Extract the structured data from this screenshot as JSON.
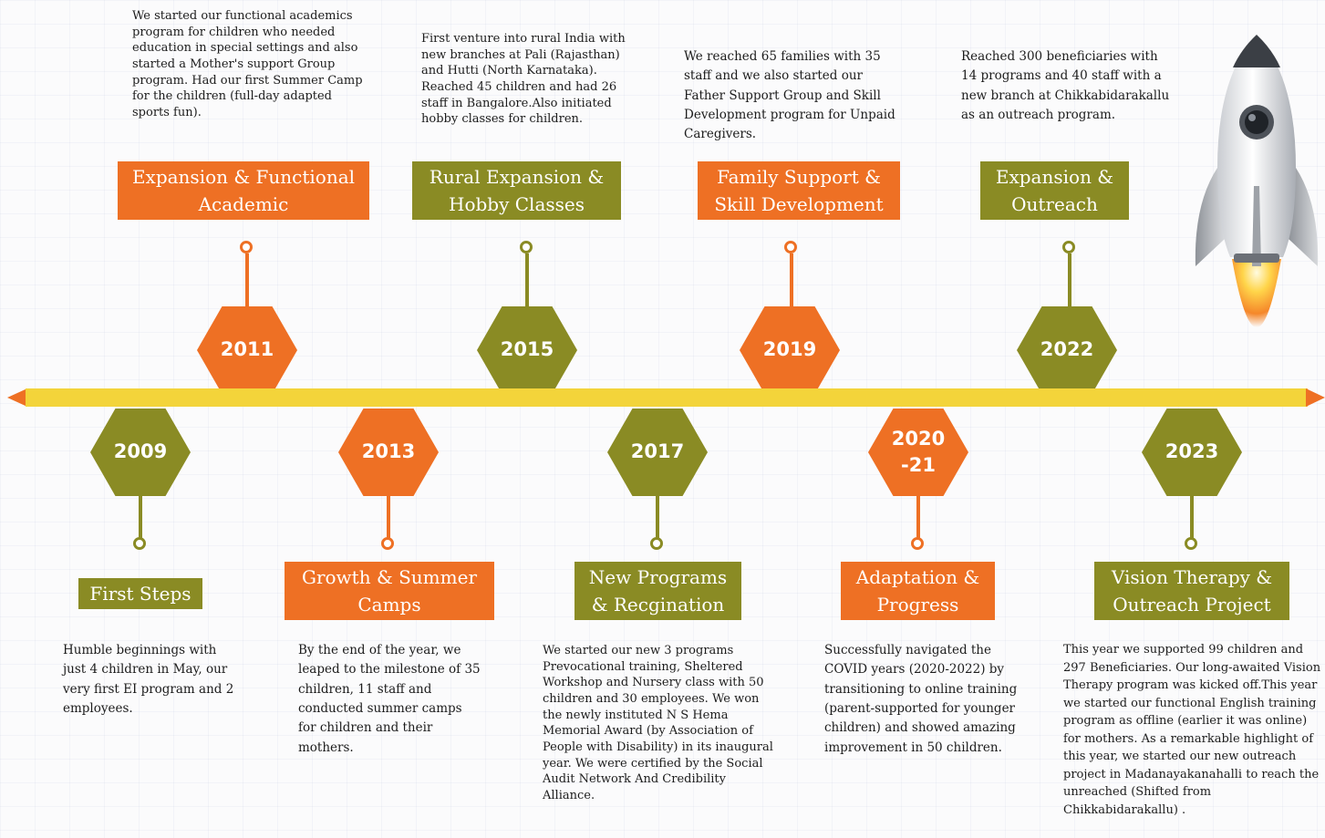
{
  "milestones": {
    "m2009": {
      "year": "2009",
      "title": "First Steps",
      "text": "Humble beginnings with just 4 children in May, our very first EI program and 2 employees."
    },
    "m2011": {
      "year": "2011",
      "title_lines": [
        "Expansion & Functional",
        "Academic"
      ],
      "text": "We started our functional academics program for children who needed education in special settings and also started a Mother's support Group program. Had our first Summer Camp for the children (full-day adapted sports fun)."
    },
    "m2013": {
      "year": "2013",
      "title_lines": [
        "Growth & Summer",
        "Camps"
      ],
      "text": "By the end of the year, we leaped to the milestone of 35 children, 11 staff and conducted summer camps for children and their mothers."
    },
    "m2015": {
      "year": "2015",
      "title_lines": [
        "Rural Expansion &",
        "Hobby Classes"
      ],
      "text": "First venture into rural India with new branches at Pali (Rajasthan) and Hutti (North Karnataka). Reached 45 children and had 26 staff in Bangalore.Also initiated hobby classes for children."
    },
    "m2017": {
      "year": "2017",
      "title_lines": [
        "New Programs",
        "& Recgination"
      ],
      "text": "We started our new 3 programs Prevocational training, Sheltered Workshop and Nursery class with 50 children and 30 employees. We won the newly instituted N S Hema Memorial Award (by Association of People with Disability) in its inaugural year. We were certified by the Social Audit Network And Credibility Alliance."
    },
    "m2019": {
      "year": "2019",
      "title_lines": [
        "Family Support &",
        "Skill Development"
      ],
      "text": "We reached 65 families with 35 staff and we also started our Father Support Group and Skill Development program for Unpaid Caregivers."
    },
    "m2020": {
      "year_lines": [
        "2020",
        "-21"
      ],
      "title_lines": [
        "Adaptation &",
        "Progress"
      ],
      "text": "Successfully navigated the COVID years (2020-2022) by transitioning to online training (parent-supported for younger children) and showed amazing improvement in 50 children."
    },
    "m2022": {
      "year": "2022",
      "title_lines": [
        "Expansion &",
        "Outreach"
      ],
      "text": "Reached 300 beneficiaries with 14 programs and 40 staff with a new branch at Chikkabidarakallu as an outreach program."
    },
    "m2023": {
      "year": "2023",
      "title_lines": [
        "Vision Therapy &",
        "Outreach Project"
      ],
      "text": "This year we supported 99 children and 297 Beneficiaries. Our long-awaited Vision Therapy program was kicked off.This year we started our functional English training program as offline (earlier it was online) for mothers. As a remarkable highlight of this year, we started our new outreach project in Madanayakanahalli to reach the unreached (Shifted from Chikkabidarakallu) ."
    }
  },
  "colors": {
    "orange": "#ee7024",
    "olive": "#8a8b24",
    "timeline": "#f3d43a"
  },
  "icons": {
    "rocket": "rocket-illustration"
  }
}
